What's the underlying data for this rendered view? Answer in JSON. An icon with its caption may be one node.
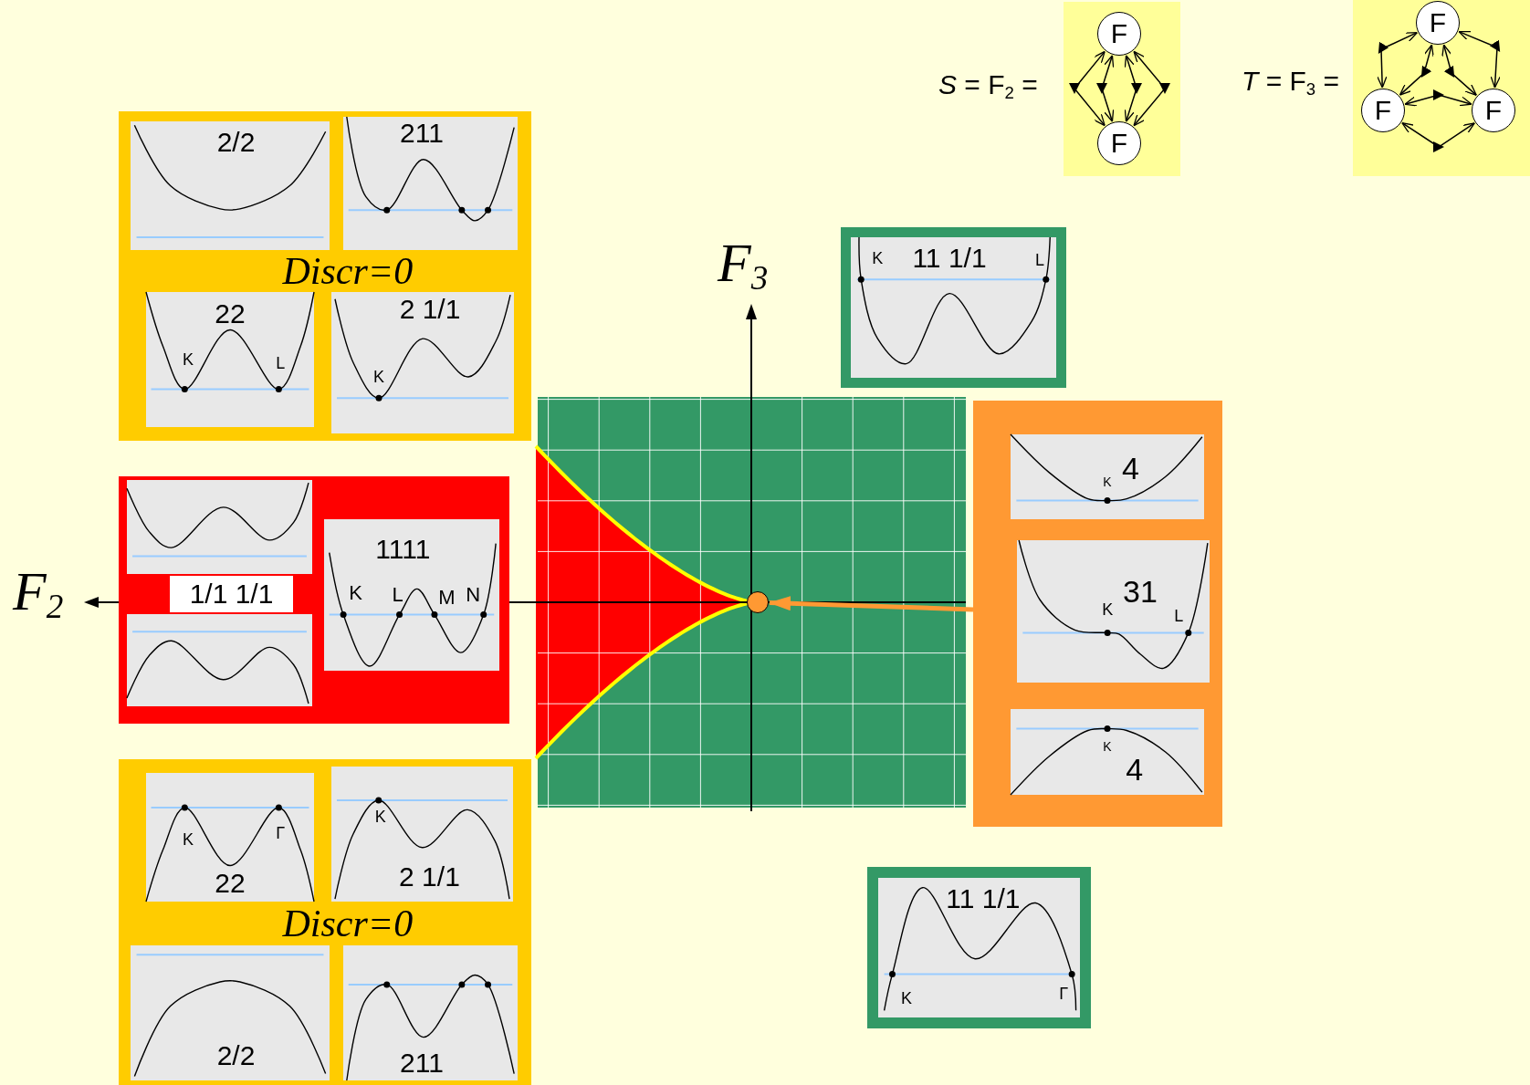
{
  "diagram": {
    "nodes": [
      {
        "text": [],
        "shape": "box"
      },
      {
        "text": [
          "F"
        ],
        "in": 0
      },
      {
        "text": [
          "F"
        ],
        "in": 0
      },
      {
        "text": [],
        "shape": "box"
      },
      {
        "text": [
          "F"
        ],
        "in": 3
      },
      {
        "text": [
          "F"
        ],
        "in": 3
      },
      {
        "text": [
          "F"
        ],
        "in": 3
      },
      {
        "text": [
          "Discr=0"
        ]
      },
      {
        "text": [
          "2/2"
        ],
        "in": 7
      },
      {
        "text": [
          "211"
        ],
        "in": 7
      },
      {
        "text": [
          "22",
          "K",
          "L"
        ],
        "in": 7
      },
      {
        "text": [
          "2 1/1",
          "K"
        ],
        "in": 7
      },
      {
        "text": [
          "K",
          "11 1/1",
          "L"
        ]
      },
      {
        "text": [],
        "shape": "box"
      },
      {
        "text": [],
        "shape": "picture",
        "in": 13
      },
      {
        "text": [
          "1/1 1/1"
        ],
        "in": 13
      },
      {
        "text": [],
        "shape": "picture",
        "in": 13
      },
      {
        "text": [
          "1111",
          "K",
          "L",
          "M",
          "N"
        ],
        "in": 13
      },
      {
        "text": [],
        "shape": "box"
      },
      {
        "text": [
          "K",
          "4"
        ],
        "in": 18
      },
      {
        "text": [
          "K",
          "31",
          "L"
        ],
        "in": 18
      },
      {
        "text": [
          "K",
          "4"
        ],
        "in": 18
      },
      {
        "text": [],
        "shape": "circle"
      },
      {
        "text": [
          "Discr=0"
        ]
      },
      {
        "text": [
          "K",
          "Γ",
          "22"
        ],
        "in": 23
      },
      {
        "text": [
          "K",
          "2 1/1"
        ],
        "in": 23
      },
      {
        "text": [
          "2/2"
        ],
        "in": 23
      },
      {
        "text": [
          "211"
        ],
        "in": 23
      },
      {
        "text": [
          "11 1/1",
          "K",
          "Γ"
        ]
      }
    ],
    "edges": [
      {
        "from": 1,
        "to": 2,
        "arrow": "both"
      },
      {
        "from": 1,
        "to": 2,
        "arrow": "both"
      },
      {
        "from": 1,
        "to": 2,
        "arrow": "both"
      },
      {
        "from": 1,
        "to": 2,
        "arrow": "both"
      },
      {
        "from": 4,
        "to": 5,
        "arrow": "both"
      },
      {
        "from": 4,
        "to": 5,
        "arrow": "both"
      },
      {
        "from": 4,
        "to": 6,
        "arrow": "both"
      },
      {
        "from": 4,
        "to": 6,
        "arrow": "both"
      },
      {
        "from": 5,
        "to": 6,
        "arrow": "both"
      },
      {
        "from": 5,
        "to": 6,
        "arrow": "both"
      },
      {
        "from": 18,
        "to": 22,
        "arrow": "to",
        "style": "thick",
        "color": "#ff9933"
      }
    ],
    "labels": [
      "*S* = F$_{2}$ =",
      "*T* = F$_{3}$ =",
      "F$_{3}$",
      "F$_{2}$"
    ]
  }
}
